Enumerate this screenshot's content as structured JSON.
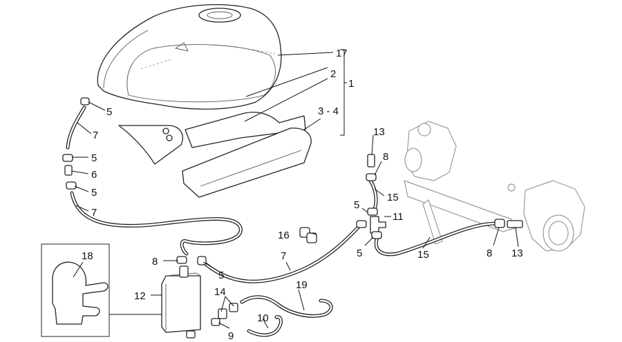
{
  "callouts": {
    "c17": "17",
    "c2": "2",
    "c1": "1",
    "c34": "3 - 4",
    "c5a": "5",
    "c7a": "7",
    "c5b": "5",
    "c6": "6",
    "c5c": "5",
    "c7b": "7",
    "c13a": "13",
    "c8a": "8",
    "c15a": "15",
    "c5d": "5",
    "c11": "11",
    "c16": "16",
    "c7c": "7",
    "c5e": "5",
    "c15b": "15",
    "c8b": "8",
    "c13b": "13",
    "c18": "18",
    "c8c": "8",
    "c5f": "5",
    "c12": "12",
    "c14": "14",
    "c19": "19",
    "c10": "10",
    "c9": "9"
  }
}
